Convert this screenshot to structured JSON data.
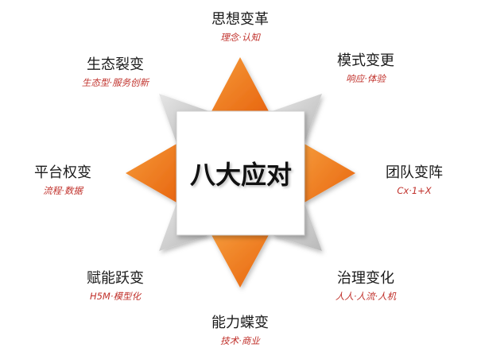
{
  "center": {
    "label": "八大应对"
  },
  "nodes": [
    {
      "title": "思想变革",
      "subtitle": "理念·认知"
    },
    {
      "title": "模式变更",
      "subtitle": "响应·体验"
    },
    {
      "title": "团队变阵",
      "subtitle": "Cx·1+X"
    },
    {
      "title": "治理变化",
      "subtitle": "人人·人流·人机"
    },
    {
      "title": "能力蝶变",
      "subtitle": "技术·商业"
    },
    {
      "title": "赋能跃变",
      "subtitle": "H5M·模型化"
    },
    {
      "title": "平台权变",
      "subtitle": "流程·数据"
    },
    {
      "title": "生态裂变",
      "subtitle": "生态型·服务创新"
    }
  ],
  "colors": {
    "orange": "#f07a1a",
    "gray": "#c8c8c8",
    "title": "#1a1a1a",
    "subtitle": "#c0302a"
  }
}
